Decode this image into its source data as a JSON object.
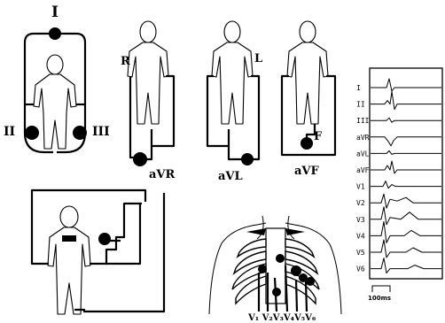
{
  "figure": {
    "limb_leads": {
      "I": "I",
      "II": "II",
      "III": "III"
    },
    "augmented_leads": {
      "aVR": "aVR",
      "aVL": "aVL",
      "aVF": "aVF"
    },
    "electrode_side_labels": {
      "right": "R",
      "left": "L",
      "foot": "F"
    },
    "precordial_label": "V₁ V₂V₃V₄V₅V₆",
    "ecg_panel": {
      "lead_names": [
        "I",
        "II",
        "III",
        "aVR",
        "aVL",
        "aVF",
        "V1",
        "V2",
        "V3",
        "V4",
        "V5",
        "V6"
      ],
      "scale_label": "100ms"
    }
  }
}
